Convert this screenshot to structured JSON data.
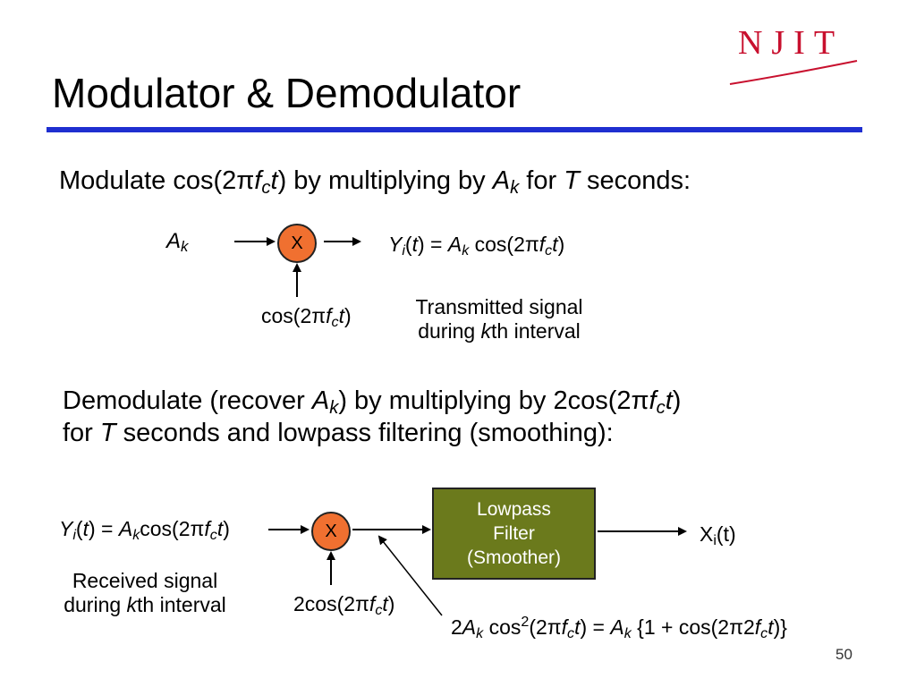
{
  "logo": {
    "text": "NJIT"
  },
  "title": "Modulator & Demodulator",
  "section1": {
    "pre": "Modulate cos(2",
    "pi": "π",
    "f": "f",
    "c": "c",
    "t": "t",
    "paren_close": ")",
    "mid": " by multiplying by ",
    "A": "A",
    "k": "k",
    "for": " for ",
    "T": "T",
    "tail": " seconds:"
  },
  "modulator": {
    "input_A": "A",
    "input_k": "k",
    "mixer_label": "X",
    "carrier_pre": "cos(2",
    "carrier_pi": "π",
    "carrier_f": "f",
    "carrier_c": "c",
    "carrier_t": "t",
    "carrier_close": ")",
    "out_Y": "Y",
    "out_i": "i",
    "out_open": "(",
    "out_t": "t",
    "out_eq": ") = ",
    "out_A": "A",
    "out_k": "k",
    "out_cos": " cos(2",
    "out_pi": "π",
    "out_f": "f",
    "out_c": "c",
    "out_t2": "t",
    "out_close": ")",
    "caption_line1": "Transmitted signal",
    "caption_pre": "during ",
    "caption_k": "k",
    "caption_post": "th interval"
  },
  "section2": {
    "line1_pre": "Demodulate (recover ",
    "A": "A",
    "k": "k",
    "line1_mid": ") by multiplying by 2cos(2",
    "pi": "π",
    "f": "f",
    "c": "c",
    "t": "t",
    "close": ")",
    "line2_pre": "for ",
    "T": "T",
    "line2_post": " seconds and lowpass filtering (smoothing):"
  },
  "demodulator": {
    "in_Y": "Y",
    "in_i": "i",
    "in_open": "(",
    "in_t": "t",
    "in_eq": ") = ",
    "in_A": "A",
    "in_k": "k",
    "in_cos": "cos(2",
    "in_pi": "π",
    "in_f": "f",
    "in_c": "c",
    "in_t2": "t",
    "in_close": ")",
    "caption_line1": "Received signal",
    "caption_pre": "during ",
    "caption_k": "k",
    "caption_post": "th interval",
    "mixer_label": "X",
    "carrier_pre": "2cos(2",
    "carrier_pi": "π",
    "carrier_f": "f",
    "carrier_c": "c",
    "carrier_t": "t",
    "carrier_close": ")",
    "filter_line1": "Lowpass",
    "filter_line2": "Filter",
    "filter_line3": "(Smoother)",
    "out_X": "X",
    "out_i": "i",
    "out_t": "(t)",
    "eq_2": "2",
    "eq_A": "A",
    "eq_k": "k",
    "eq_cos": " cos",
    "eq_sq": "2",
    "eq_open": "(2",
    "eq_pi": "π",
    "eq_f": "f",
    "eq_c": "c",
    "eq_t": "t",
    "eq_mid": ") = ",
    "eq_A2": "A",
    "eq_k2": "k",
    "eq_brace": " {1 + cos(2",
    "eq_pi2": "π",
    "eq_2b": "2",
    "eq_f2": "f",
    "eq_c2": "c",
    "eq_t2": "t",
    "eq_end": ")}"
  },
  "page_number": "50",
  "colors": {
    "rule": "#1f2fd0",
    "mixer": "#f07030",
    "filter": "#6b7a1c",
    "logo": "#c8102e"
  }
}
